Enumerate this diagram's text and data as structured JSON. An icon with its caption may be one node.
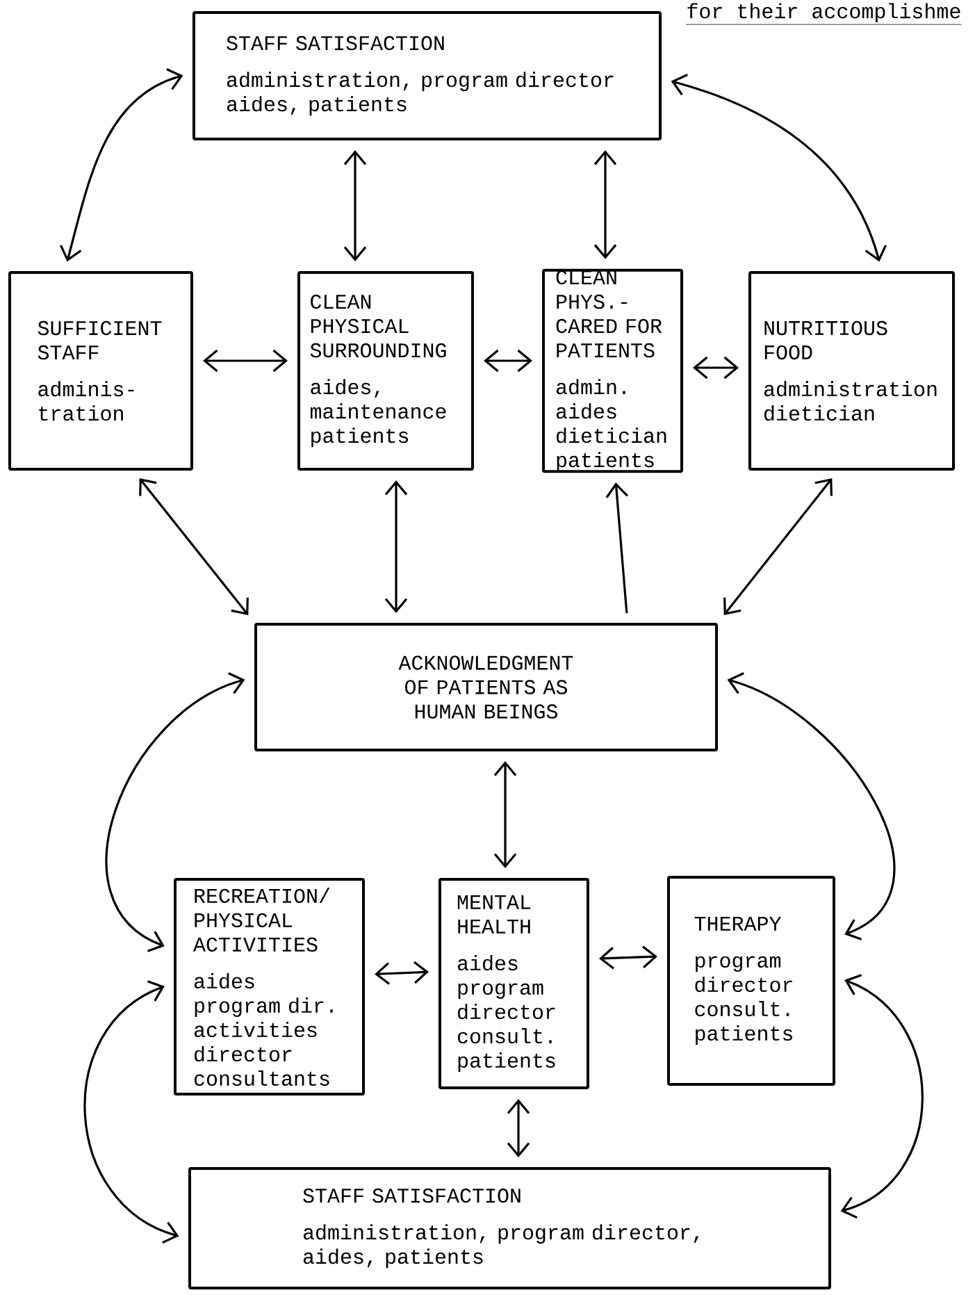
{
  "diagram": {
    "nodes": [
      {
        "text": [
          "STAFF SATISFACTION",
          "administration, program director aides, patients"
        ]
      },
      {
        "text": [
          "SUFFICIENT STAFF",
          "adminis- tration"
        ]
      },
      {
        "text": [
          "CLEAN PHYSICAL SURROUNDING",
          "aides, maintenance patients"
        ]
      },
      {
        "text": [
          "CLEAN PHYS.- CARED FOR PATIENTS",
          "admin. aides dietician patients"
        ]
      },
      {
        "text": [
          "NUTRITIOUS FOOD",
          "administration dietician"
        ]
      },
      {
        "text": [
          "ACKNOWLEDGMENT OF PATIENTS AS HUMAN BEINGS"
        ]
      },
      {
        "text": [
          "RECREATION/ PHYSICAL ACTIVITIES",
          "aides program dir. activities director consultants"
        ]
      },
      {
        "text": [
          "MENTAL HEALTH",
          "aides program director consult. patients"
        ]
      },
      {
        "text": [
          "THERAPY",
          "program director consult. patients"
        ]
      },
      {
        "text": [
          "STAFF SATISFACTION",
          "administration, program director, aides, patients"
        ]
      }
    ],
    "edges": [
      {
        "from": 0,
        "to": 1,
        "arrow": "both"
      },
      {
        "from": 0,
        "to": 2,
        "arrow": "both"
      },
      {
        "from": 0,
        "to": 3,
        "arrow": "both"
      },
      {
        "from": 0,
        "to": 4,
        "arrow": "both"
      },
      {
        "from": 1,
        "to": 2,
        "arrow": "both"
      },
      {
        "from": 2,
        "to": 3,
        "arrow": "both"
      },
      {
        "from": 3,
        "to": 4,
        "arrow": "both"
      },
      {
        "from": 1,
        "to": 5,
        "arrow": "both"
      },
      {
        "from": 2,
        "to": 5,
        "arrow": "both"
      },
      {
        "from": 5,
        "to": 3,
        "arrow": "to"
      },
      {
        "from": 4,
        "to": 5,
        "arrow": "both"
      },
      {
        "from": 5,
        "to": 6,
        "arrow": "both"
      },
      {
        "from": 5,
        "to": 8,
        "arrow": "both"
      },
      {
        "from": 5,
        "to": 7,
        "arrow": "both"
      },
      {
        "from": 6,
        "to": 7,
        "arrow": "both"
      },
      {
        "from": 7,
        "to": 8,
        "arrow": "both"
      },
      {
        "from": 7,
        "to": 9,
        "arrow": "both"
      },
      {
        "from": 6,
        "to": 9,
        "arrow": "both"
      },
      {
        "from": 8,
        "to": 9,
        "arrow": "both"
      }
    ],
    "labels": [
      "for their accomplishme"
    ]
  }
}
